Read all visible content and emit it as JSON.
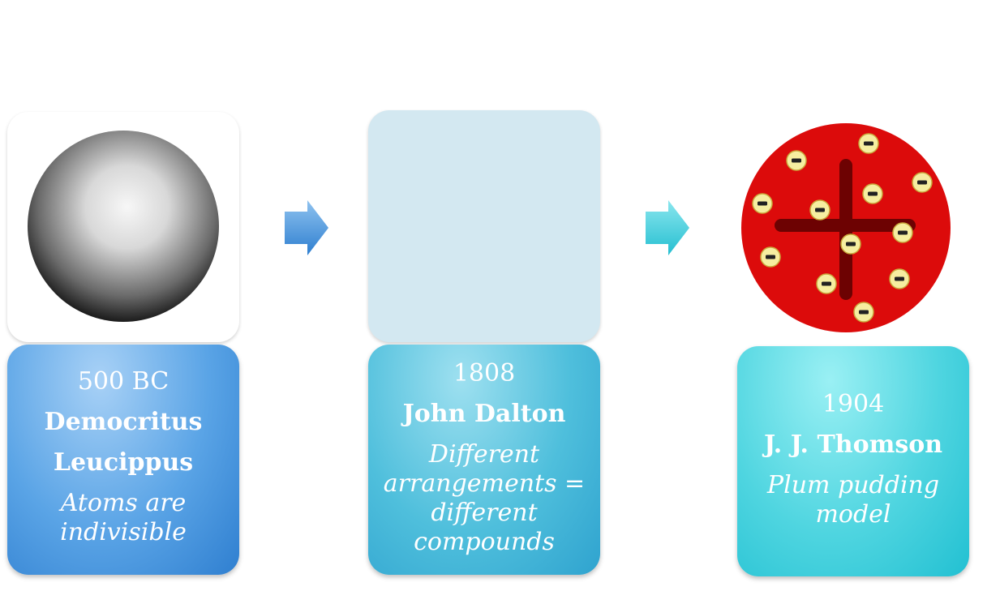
{
  "steps": [
    {
      "year": "500 BC",
      "names": [
        "Democritus",
        "Leucippus"
      ],
      "description": [
        "Atoms are",
        "indivisible"
      ]
    },
    {
      "year": "1808",
      "names": [
        "John Dalton"
      ],
      "description": [
        "Different",
        "arrangements =",
        "different",
        "compounds"
      ]
    },
    {
      "year": "1904",
      "names": [
        "J. J. Thomson"
      ],
      "description": [
        "Plum pudding",
        "model"
      ]
    }
  ],
  "icons": [
    "solid-sphere-icon",
    "arrow-right-icon",
    "arrow-right-icon",
    "plum-pudding-model-icon"
  ],
  "colors": {
    "card1": "#58a3e2",
    "card2": "#4cb8d8",
    "card3": "#3ccfdb",
    "dalton_placeholder": "#d3e8f1",
    "pudding_red": "#dc0b0b",
    "electron": "#f6eea0"
  }
}
